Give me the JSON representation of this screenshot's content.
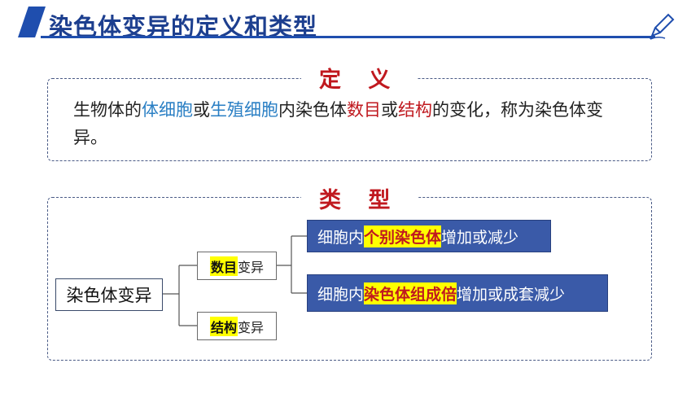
{
  "title": "染色体变异的定义和类型",
  "definition": {
    "label": "定 义",
    "seg1": "生物体的",
    "seg2": "体细胞",
    "seg3": "或",
    "seg4": "生殖细胞",
    "seg5": "内染色体",
    "seg6": "数目",
    "seg7": "或",
    "seg8": "结构",
    "seg9": "的变化，称为染色体变异。"
  },
  "types": {
    "label": "类 型",
    "root": "染色体变异",
    "branch1_hl": "数目",
    "branch1_rest": "变异",
    "branch2_hl": "结构",
    "branch2_rest": "变异",
    "leaf1_pre": "细胞内",
    "leaf1_hl": "个别染色体",
    "leaf1_post": "增加或减少",
    "leaf2_pre": "细胞内",
    "leaf2_hl": "染色体组成倍",
    "leaf2_post": "增加或成套减少"
  },
  "colors": {
    "accent": "#1f4eae",
    "highlight": "#ffff00",
    "red": "#c0191f",
    "blue_text": "#2a7fc4",
    "box_blue": "#3a5aa8"
  },
  "icons": [
    "pen-icon"
  ]
}
